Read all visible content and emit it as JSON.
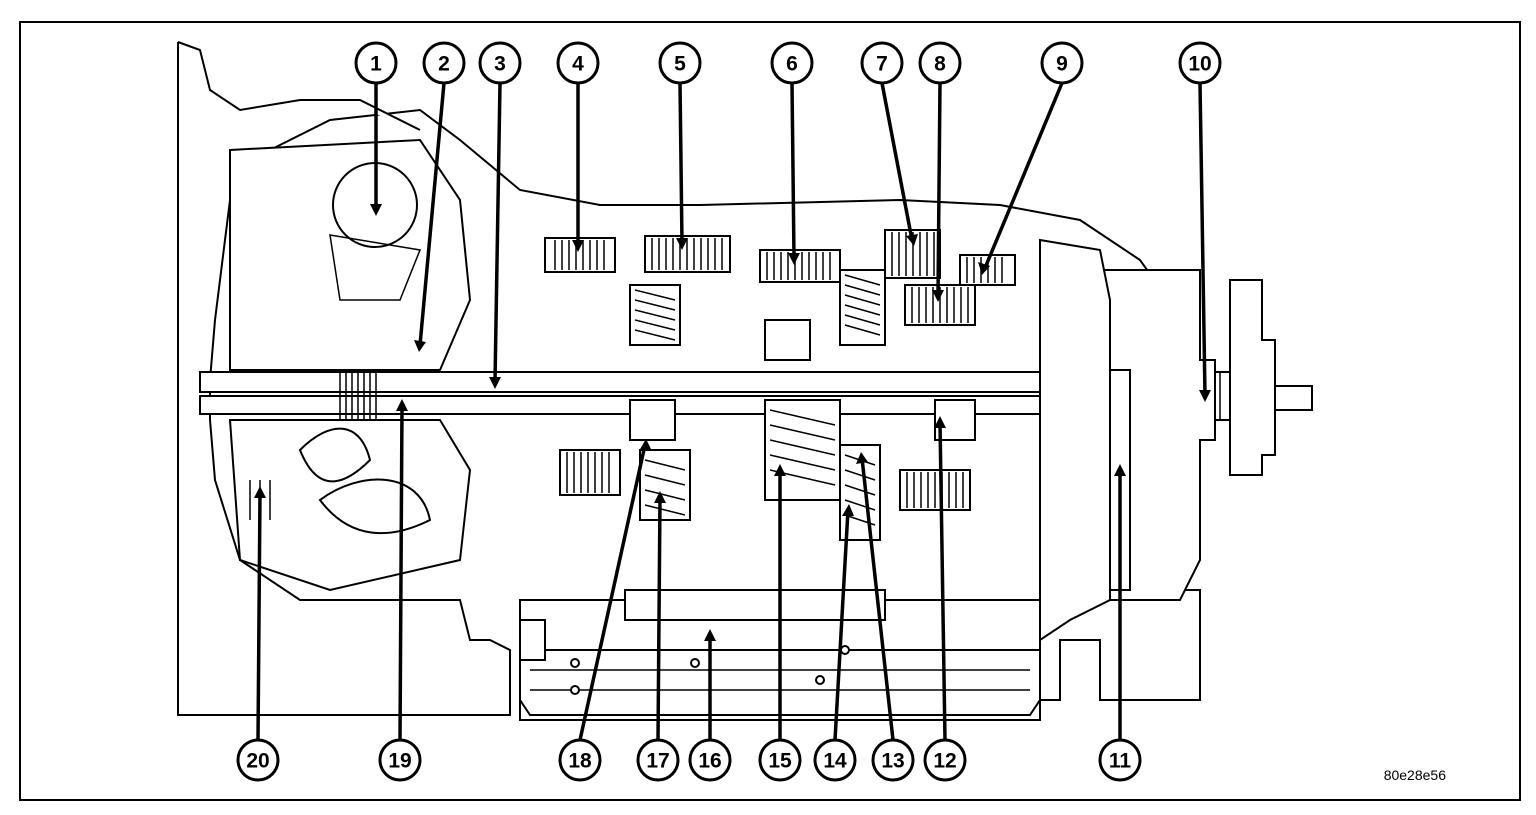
{
  "figure": {
    "id_code": "80e28e56",
    "callouts": [
      {
        "label": "1"
      },
      {
        "label": "2"
      },
      {
        "label": "3"
      },
      {
        "label": "4"
      },
      {
        "label": "5"
      },
      {
        "label": "6"
      },
      {
        "label": "7"
      },
      {
        "label": "8"
      },
      {
        "label": "9"
      },
      {
        "label": "10"
      },
      {
        "label": "11"
      },
      {
        "label": "12"
      },
      {
        "label": "13"
      },
      {
        "label": "14"
      },
      {
        "label": "15"
      },
      {
        "label": "16"
      },
      {
        "label": "17"
      },
      {
        "label": "18"
      },
      {
        "label": "19"
      },
      {
        "label": "20"
      }
    ]
  }
}
